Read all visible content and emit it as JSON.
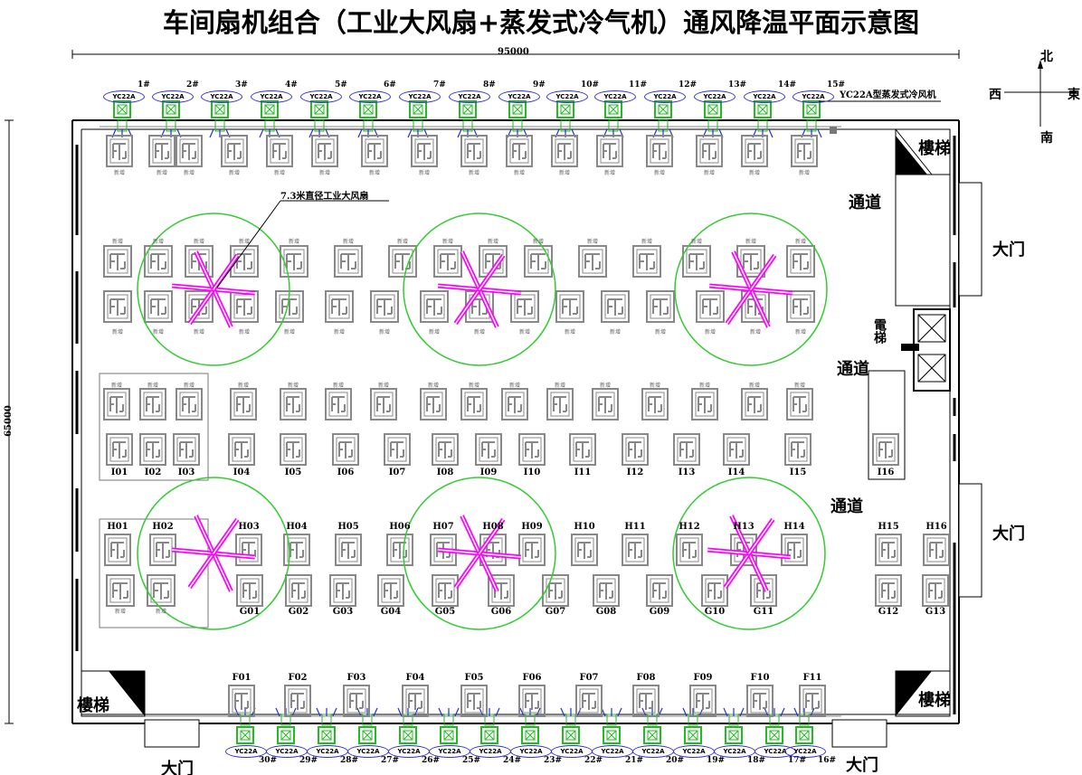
{
  "title": "车间扇机组合（工业大风扇+蒸发式冷气机）通风降温平面示意图",
  "dims": {
    "width": "95000",
    "height": "65000"
  },
  "compass": {
    "north": "北",
    "south": "南",
    "west": "西",
    "east": "東"
  },
  "labels": {
    "cooler_type": "YC22A型蒸发式冷风机",
    "fan_desc": "7.3米直径工业大风扇",
    "unit": "YC22A",
    "new_add": "新增",
    "stairs": "樓梯",
    "elevator": "電梯",
    "passage": "通道",
    "gate": "大门"
  },
  "top_coolers": [
    "1#",
    "2#",
    "3#",
    "4#",
    "5#",
    "6#",
    "7#",
    "8#",
    "9#",
    "10#",
    "11#",
    "12#",
    "13#",
    "14#",
    "15#"
  ],
  "bottom_coolers": [
    "30#",
    "29#",
    "28#",
    "27#",
    "26#",
    "25#",
    "24#",
    "23#",
    "22#",
    "21#",
    "20#",
    "19#",
    "18#",
    "17#",
    "16#"
  ],
  "rows": {
    "I": [
      "I01",
      "I02",
      "I03",
      "I04",
      "I05",
      "I06",
      "I07",
      "I08",
      "I09",
      "I10",
      "I11",
      "I12",
      "I13",
      "I14",
      "I15",
      "I16"
    ],
    "H": [
      "H01",
      "H02",
      "H03",
      "H04",
      "H05",
      "H06",
      "H07",
      "H08",
      "H09",
      "H10",
      "H11",
      "H12",
      "H13",
      "H14",
      "H15",
      "H16"
    ],
    "G": [
      "G01",
      "G02",
      "G03",
      "G04",
      "G05",
      "G06",
      "G07",
      "G08",
      "G09",
      "G10",
      "G11",
      "G12",
      "G13"
    ],
    "F": [
      "F01",
      "F02",
      "F03",
      "F04",
      "F05",
      "F06",
      "F07",
      "F08",
      "F09",
      "F10",
      "F11"
    ]
  },
  "colors": {
    "cooler": "#22bb22",
    "fan": "#ff00ff",
    "circle": "#33cc33",
    "machine": "#888888",
    "airflow": "#2233cc"
  }
}
